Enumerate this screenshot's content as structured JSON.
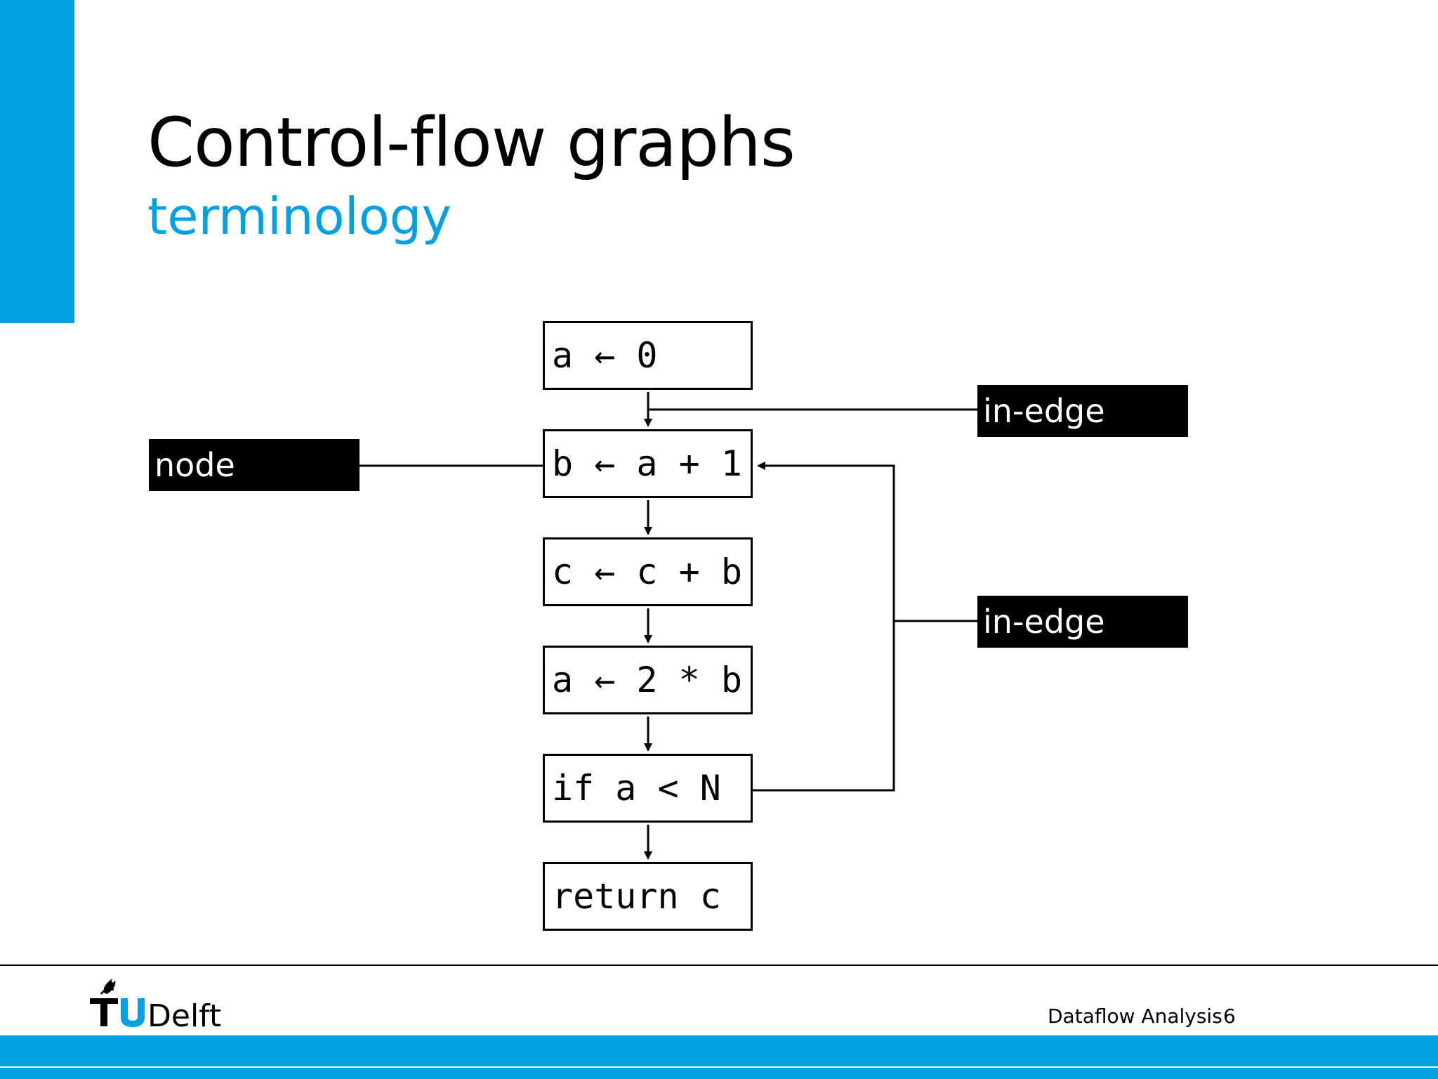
{
  "slide": {
    "title": "Control-flow graphs",
    "subtitle": "terminology",
    "accent_color": "#00a0e3"
  },
  "diagram": {
    "nodes": [
      {
        "id": "n1",
        "code": "a ← 0"
      },
      {
        "id": "n2",
        "code": "b ← a + 1"
      },
      {
        "id": "n3",
        "code": "c ← c + b"
      },
      {
        "id": "n4",
        "code": "a ← 2 * b"
      },
      {
        "id": "n5",
        "code": "if a < N"
      },
      {
        "id": "n6",
        "code": "return c"
      }
    ],
    "edges": [
      {
        "from": "n1",
        "to": "n2"
      },
      {
        "from": "n2",
        "to": "n3"
      },
      {
        "from": "n3",
        "to": "n4"
      },
      {
        "from": "n4",
        "to": "n5"
      },
      {
        "from": "n5",
        "to": "n6"
      },
      {
        "from": "n5",
        "to": "n2",
        "kind": "back-edge"
      }
    ],
    "callouts": {
      "node": "node",
      "in_edge_top": "in-edge",
      "in_edge_mid": "in-edge"
    }
  },
  "footer": {
    "logo_text": "TUDelft",
    "course": "Dataflow Analysis",
    "page": "6"
  }
}
